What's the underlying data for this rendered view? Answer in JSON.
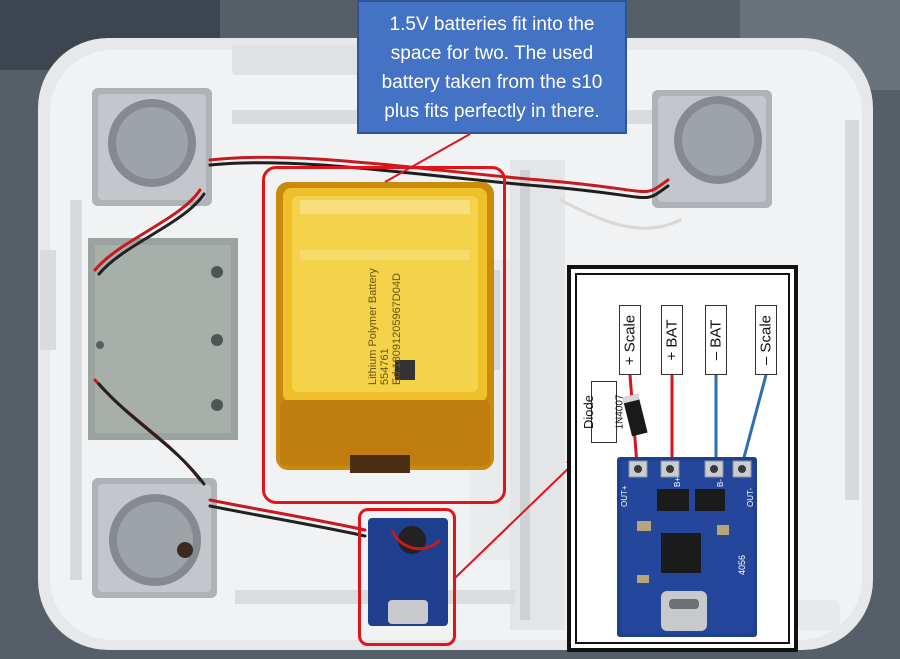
{
  "callout": {
    "text": "1.5V batteries fit into the space for two. The used battery taken from the s10 plus fits perfectly in there."
  },
  "battery_print": {
    "line1": "Lithium Polymer Battery",
    "line2": "554761",
    "line3": "Ed:18091205967D04D"
  },
  "wiring_diagram": {
    "labels": {
      "plus_scale": "+ Scale",
      "plus_bat": "+ BAT",
      "minus_bat": "– BAT",
      "minus_scale": "– Scale"
    },
    "diode": {
      "name": "Diode",
      "part": "1N4007"
    },
    "board": {
      "pad_out_plus": "OUT+",
      "pad_out_minus": "OUT-",
      "pad_b_plus": "B+",
      "pad_b_minus": "B-",
      "marking": "4056"
    }
  },
  "colors": {
    "callout_bg": "#4472c4",
    "highlight": "#e0151b",
    "wire_red": "#d9141b",
    "wire_blue": "#2f6db5",
    "pcb_blue": "#1f3f8f"
  }
}
